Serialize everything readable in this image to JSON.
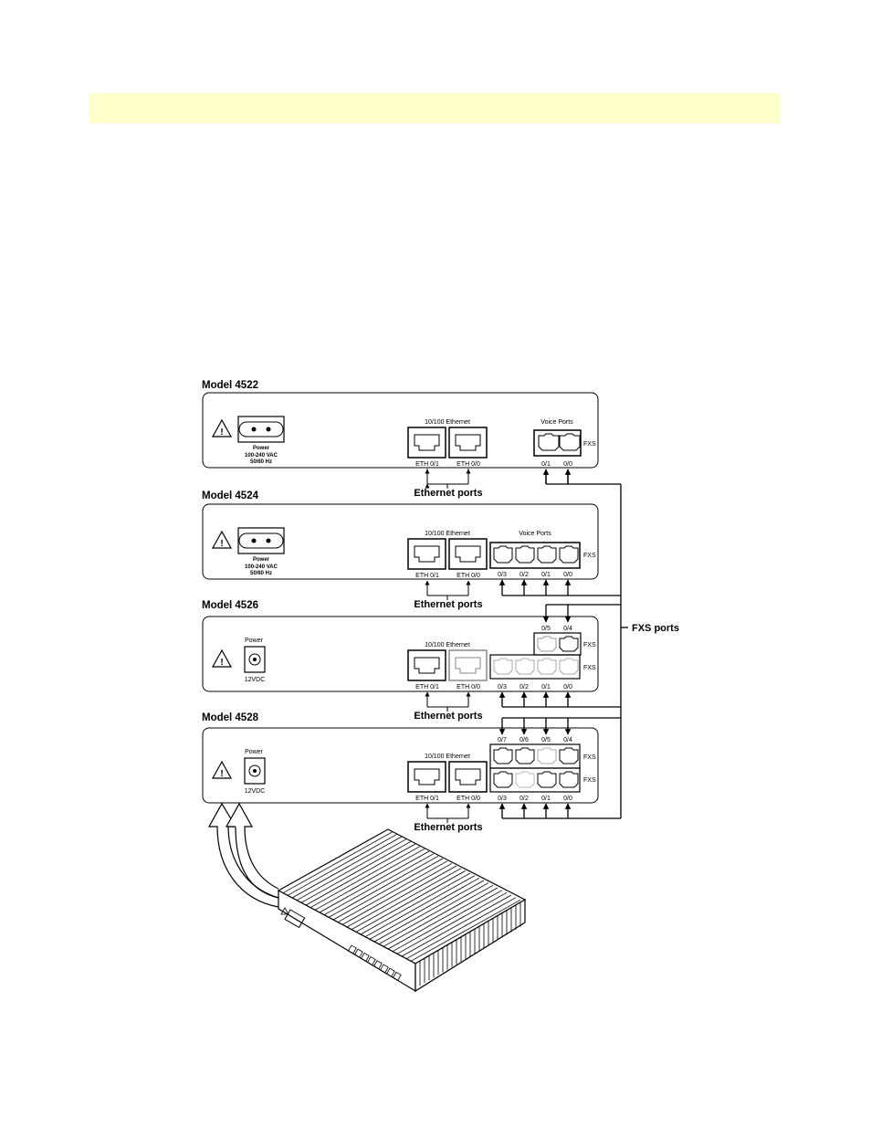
{
  "labels": {
    "ethernet_header": "10/100 Ethernet",
    "voice_ports": "Voice Ports",
    "fxs": "FXS",
    "eth_01": "ETH 0/1",
    "eth_00": "ETH 0/0",
    "ethernet_ports": "Ethernet ports",
    "fxs_ports": "FXS ports",
    "power": "Power",
    "power_ac_1": "100-240 VAC",
    "power_ac_2": "50/60 Hz",
    "power_dc": "12VDC"
  },
  "models": [
    {
      "title": "Model 4522",
      "fxs_rows": [
        [
          "0/1",
          "0/0"
        ]
      ],
      "power": "ac"
    },
    {
      "title": "Model 4524",
      "fxs_rows": [
        [
          "0/3",
          "0/2",
          "0/1",
          "0/0"
        ]
      ],
      "power": "ac"
    },
    {
      "title": "Model 4526",
      "fxs_rows": [
        [
          "0/5",
          "0/4"
        ],
        [
          "0/3",
          "0/2",
          "0/1",
          "0/0"
        ]
      ],
      "power": "dc"
    },
    {
      "title": "Model 4528",
      "fxs_rows": [
        [
          "0/7",
          "0/6",
          "0/5",
          "0/4"
        ],
        [
          "0/3",
          "0/2",
          "0/1",
          "0/0"
        ]
      ],
      "power": "dc"
    }
  ],
  "icons": {
    "warning": "warning-triangle-icon",
    "rj45": "ethernet-jack-icon",
    "rj11": "phone-jack-icon",
    "ac_inlet": "ac-power-inlet-icon",
    "dc_jack": "dc-power-jack-icon"
  },
  "colors": {
    "header_band": "#ffffcc",
    "line": "#000000"
  }
}
